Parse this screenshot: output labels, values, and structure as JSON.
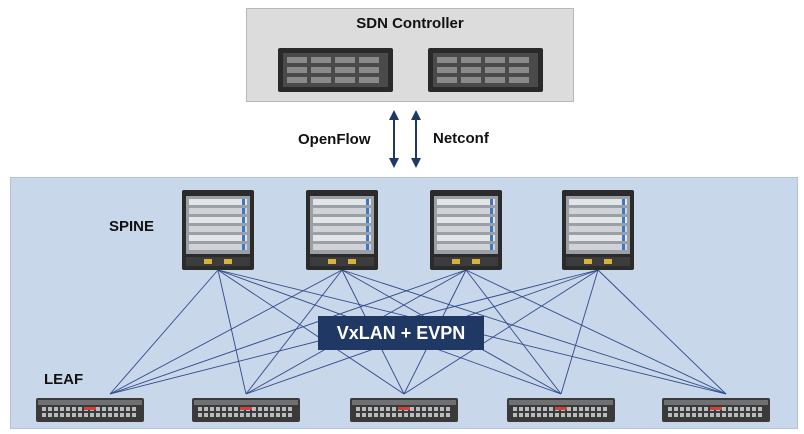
{
  "controller": {
    "title": "SDN Controller",
    "servers": [
      "server",
      "server"
    ]
  },
  "protocols": {
    "left": "OpenFlow",
    "right": "Netconf"
  },
  "fabric": {
    "spine_label": "SPINE",
    "leaf_label": "LEAF",
    "overlay_label": "VxLAN + EVPN",
    "spine_count": 4,
    "leaf_count": 5
  },
  "colors": {
    "controller_bg": "#dcdcdc",
    "fabric_bg": "#c9d7ea",
    "link": "#2e4a8a",
    "arrow": "#1f3864",
    "overlay_bg": "#1f3864",
    "overlay_text": "#ffffff"
  }
}
